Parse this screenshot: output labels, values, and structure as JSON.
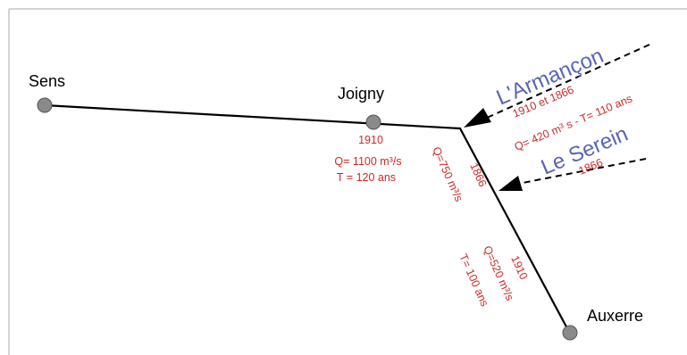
{
  "colors": {
    "river_line": "#000000",
    "tributary_line": "#000000",
    "city_marker": "#8a8a8a",
    "city_text": "#000000",
    "river_label": "#5a64b4",
    "flood_label": "#cc2a2a",
    "frame": "#aaaaaa"
  },
  "cities": {
    "sens": "Sens",
    "joigny": "Joigny",
    "auxerre": "Auxerre"
  },
  "tributaries": {
    "armancon": {
      "name": "L'Armançon",
      "years": "1910 et 1866",
      "flow": "Q= 420 m³ s - T= 110 ans"
    },
    "serein": {
      "name": "Le Serein",
      "year": "1866"
    }
  },
  "yonne_joigny": {
    "year": "1910",
    "flow": "Q= 1100 m³/s",
    "return_period": "T = 120 ans"
  },
  "yonne_mid": {
    "year": "1866",
    "flow": "Q=750 m³/s"
  },
  "yonne_auxerre": {
    "year": "1910",
    "flow": "Q=520 m³/s",
    "return_period": "T= 100 ans"
  }
}
